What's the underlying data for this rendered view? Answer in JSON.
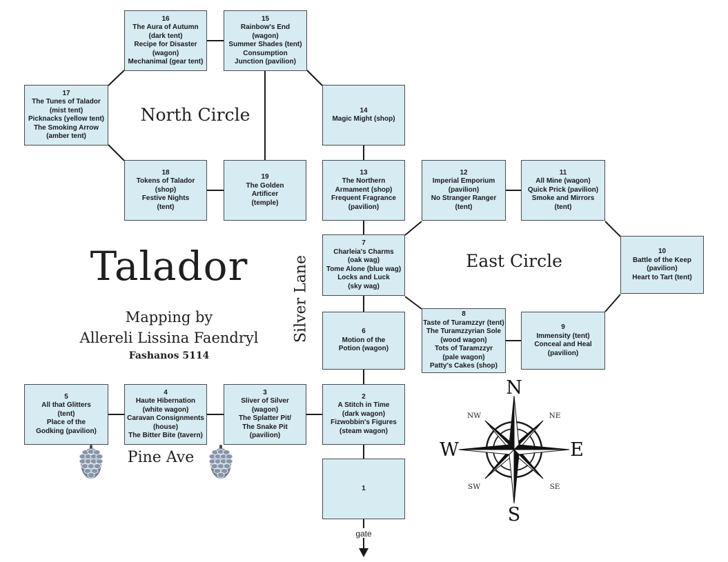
{
  "map": {
    "title": "Talador",
    "credit_line1": "Mapping by",
    "credit_line2": "Allereli Lissina Faendryl",
    "credit_line3": "Fashanos 5114",
    "gate_label": "gate"
  },
  "areas": {
    "north_circle": "North Circle",
    "east_circle": "East Circle",
    "silver_lane": "Silver Lane",
    "pine_ave": "Pine Ave"
  },
  "compass": {
    "n": "N",
    "e": "E",
    "s": "S",
    "w": "W",
    "ne": "NE",
    "nw": "NW",
    "se": "SE",
    "sw": "SW"
  },
  "icons": {
    "pinecone": "pinecone-icon",
    "compass": "compass-rose-icon",
    "gate_arrow": "down-arrow-icon"
  },
  "colors": {
    "booth_fill": "#d7ebf3",
    "booth_border": "#4a4a4a",
    "connector": "#1a1a1a",
    "text": "#1a1a1a"
  },
  "booths": {
    "b1": {
      "number": "1",
      "lines": []
    },
    "b2": {
      "number": "2",
      "lines": [
        "A Stitch in Time",
        "(dark wagon)",
        "Fizwobbin's Figures",
        "(steam wagon)"
      ]
    },
    "b3": {
      "number": "3",
      "lines": [
        "Sliver of Silver",
        "(wagon)",
        "The Splatter Pit/",
        "The Snake Pit",
        "(pavilion)"
      ]
    },
    "b4": {
      "number": "4",
      "lines": [
        "Haute Hibernation",
        "(white wagon)",
        "Caravan Consignments",
        "(house)",
        "The Bitter Bite (tavern)"
      ]
    },
    "b5": {
      "number": "5",
      "lines": [
        "All that Glitters",
        "(tent)",
        "Place of the",
        "Godking (pavilion)"
      ]
    },
    "b6": {
      "number": "6",
      "lines": [
        "Motion of the",
        "Potion (wagon)"
      ]
    },
    "b7": {
      "number": "7",
      "lines": [
        "Charleia's Charms",
        "(oak wag)",
        "Tome Alone (blue wag)",
        "Locks and Luck",
        "(sky wag)"
      ]
    },
    "b8": {
      "number": "8",
      "lines": [
        "Taste of Turamzzyr (tent)",
        "The Turamzzyrian Sole",
        "(wood wagon)",
        "Tots of Taramzzyr",
        "(pale wagon)",
        "Patty's Cakes (shop)"
      ]
    },
    "b9": {
      "number": "9",
      "lines": [
        "Immensity (tent)",
        "Conceal and Heal",
        "(pavilion)"
      ]
    },
    "b10": {
      "number": "10",
      "lines": [
        "Battle of the Keep",
        "(pavilion)",
        "Heart to Tart (tent)"
      ]
    },
    "b11": {
      "number": "11",
      "lines": [
        "All Mine (wagon)",
        "Quick Prick (pavilion)",
        "Smoke and Mirrors",
        "(tent)"
      ]
    },
    "b12": {
      "number": "12",
      "lines": [
        "Imperial Emporium",
        "(pavilion)",
        "No Stranger Ranger",
        "(tent)"
      ]
    },
    "b13": {
      "number": "13",
      "lines": [
        "The Northern",
        "Armament (shop)",
        "Frequent Fragrance",
        "(pavilion)"
      ]
    },
    "b14": {
      "number": "14",
      "lines": [
        "Magic Might (shop)"
      ]
    },
    "b15": {
      "number": "15",
      "lines": [
        "Rainbow's End",
        "(wagon)",
        "Summer Shades (tent)",
        "Consumption",
        "Junction (pavilion)"
      ]
    },
    "b16": {
      "number": "16",
      "lines": [
        "The Aura of Autumn",
        "(dark tent)",
        "Recipe for Disaster",
        "(wagon)",
        "Mechanimal (gear tent)"
      ]
    },
    "b17": {
      "number": "17",
      "lines": [
        "The Tunes of Talador",
        "(mist tent)",
        "Picknacks (yellow tent)",
        "The Smoking Arrow",
        "(amber tent)"
      ]
    },
    "b18": {
      "number": "18",
      "lines": [
        "Tokens of Talador",
        "(shop)",
        "Festive Nights",
        "(tent)"
      ]
    },
    "b19": {
      "number": "19",
      "lines": [
        "The Golden",
        "Artificer",
        "(temple)"
      ]
    }
  }
}
